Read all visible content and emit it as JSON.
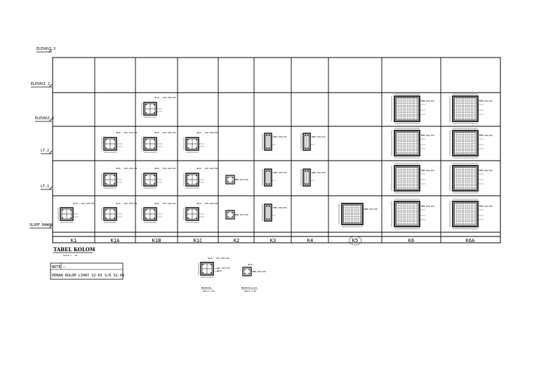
{
  "levels": [
    "ELEVASI 3",
    "ELEVASI 2",
    "ELEVASI 1",
    "LT.2",
    "LT.1",
    "SLOOF BAWAH"
  ],
  "columns": [
    "K1",
    "K1A",
    "K1B",
    "K1C",
    "K2",
    "K3",
    "K4",
    "K5",
    "K6",
    "K6A"
  ],
  "table_title": "TABEL KOLOM",
  "table_scale": "SCALE 1 : 50",
  "note_label": "NOTE :",
  "note_text": "DENAH KOLOM LIHAT S2-01 S/D S2-04",
  "detail_labels": [
    "KOLOM K2",
    "KOLOM K3 & K4"
  ],
  "detail_scales": [
    "SKALA 1:20",
    "SKALA 1:20"
  ],
  "section_texts": {
    "top": "4D16 , D10-100/150",
    "side1": "D10-100/150",
    "side2": "4D16",
    "width": "3000"
  }
}
